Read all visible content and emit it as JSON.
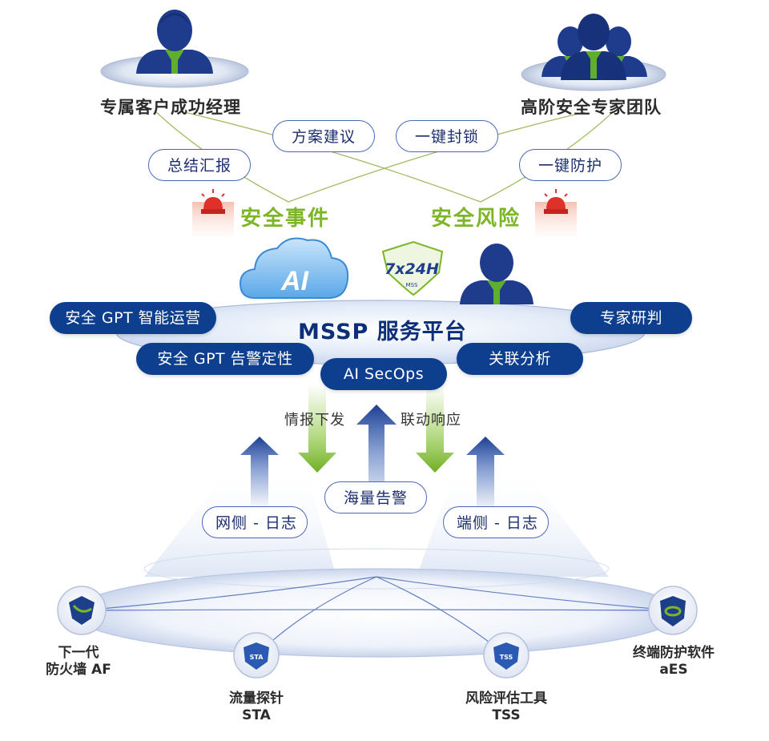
{
  "top": {
    "left_role": "专属客户成功经理",
    "right_role": "高阶安全专家团队",
    "pills": {
      "fangan": "方案建议",
      "zongjie": "总结汇报",
      "fengsuo": "一键封锁",
      "fanghu": "一键防护"
    },
    "event_left": "安全事件",
    "event_right": "安全风险"
  },
  "platform": {
    "ai_badge": "AI",
    "service_badge": "7x24H",
    "service_badge_sub": "MSS",
    "title": "MSSP 服务平台",
    "items": {
      "gpt_ops": "安全 GPT 智能运营",
      "expert": "专家研判",
      "gpt_alert": "安全 GPT 告警定性",
      "correlation": "关联分析",
      "secops": "AI SecOps"
    }
  },
  "flows": {
    "intel": "情报下发",
    "linkage": "联动响应",
    "alerts": "海量告警",
    "net_log": "网侧 - 日志",
    "end_log": "端侧 - 日志"
  },
  "products": {
    "af_line1": "下一代",
    "af_line2": "防火墙 AF",
    "af_icon": "",
    "sta_line1": "流量探针",
    "sta_line2": "STA",
    "sta_icon": "STA",
    "tss_line1": "风险评估工具",
    "tss_line2": "TSS",
    "tss_icon": "TSS",
    "aes_line1": "终端防护软件",
    "aes_line2": "aES",
    "aes_icon": ""
  },
  "colors": {
    "navy": "#0d3f8e",
    "accent_green": "#7cb526",
    "alarm_red": "#e0302a",
    "arrow_blue": "#2e58b0",
    "arrow_green": "#8cc63f"
  }
}
